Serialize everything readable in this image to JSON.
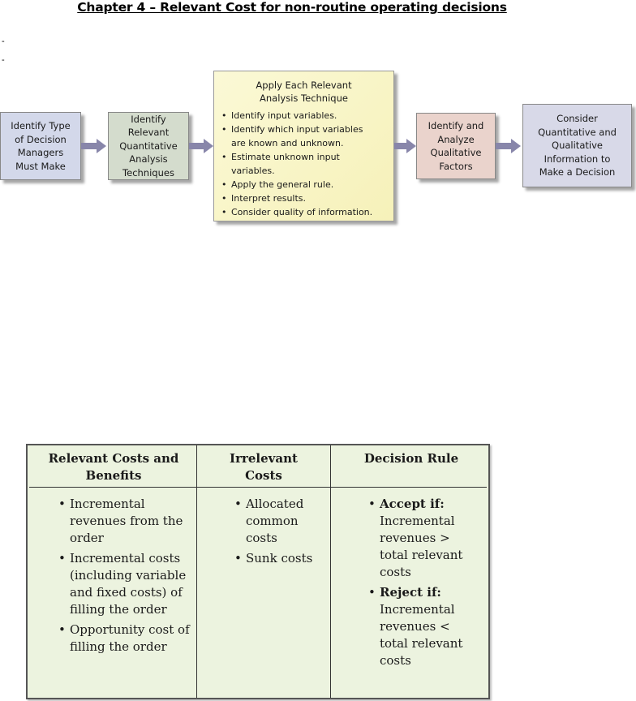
{
  "title": "Chapter 4 – Relevant Cost for non-routine operating decisions",
  "dashes": [
    "-",
    "-"
  ],
  "flow": {
    "step1": "Identify Type of Decision Managers Must Make",
    "step2": "Identify Relevant Quantitative Analysis Techniques",
    "step3": {
      "heading": "Apply Each Relevant Analysis Technique",
      "bullets": [
        "Identify input variables.",
        "Identify which input variables are known and unknown.",
        "Estimate unknown input variables.",
        "Apply the general rule.",
        "Interpret results.",
        "Consider quality of information."
      ]
    },
    "step4": "Identify and Analyze Qualitative Factors",
    "step5": "Consider Quantitative and Qualitative Information to Make a Decision",
    "colors": {
      "step1": "#d3d8ea",
      "step2": "#d4dccd",
      "step4": "#ead3cc",
      "step5": "#d8d9e8",
      "arrow": "#8886aa"
    }
  },
  "table": {
    "headers": [
      "Relevant Costs and Benefits",
      "Irrelevant Costs",
      "Decision Rule"
    ],
    "relevant": [
      "Incremental revenues from the order",
      "Incremental costs (including variable and fixed costs) of filling the order",
      "Opportunity cost of filling the order"
    ],
    "irrelevant": [
      "Allocated common costs",
      "Sunk costs"
    ],
    "rule": [
      {
        "label": "Accept if:",
        "text": "Incremental revenues > total relevant costs"
      },
      {
        "label": "Reject if:",
        "text": "Incremental revenues < total relevant costs"
      }
    ],
    "background": "#ecf3df"
  }
}
